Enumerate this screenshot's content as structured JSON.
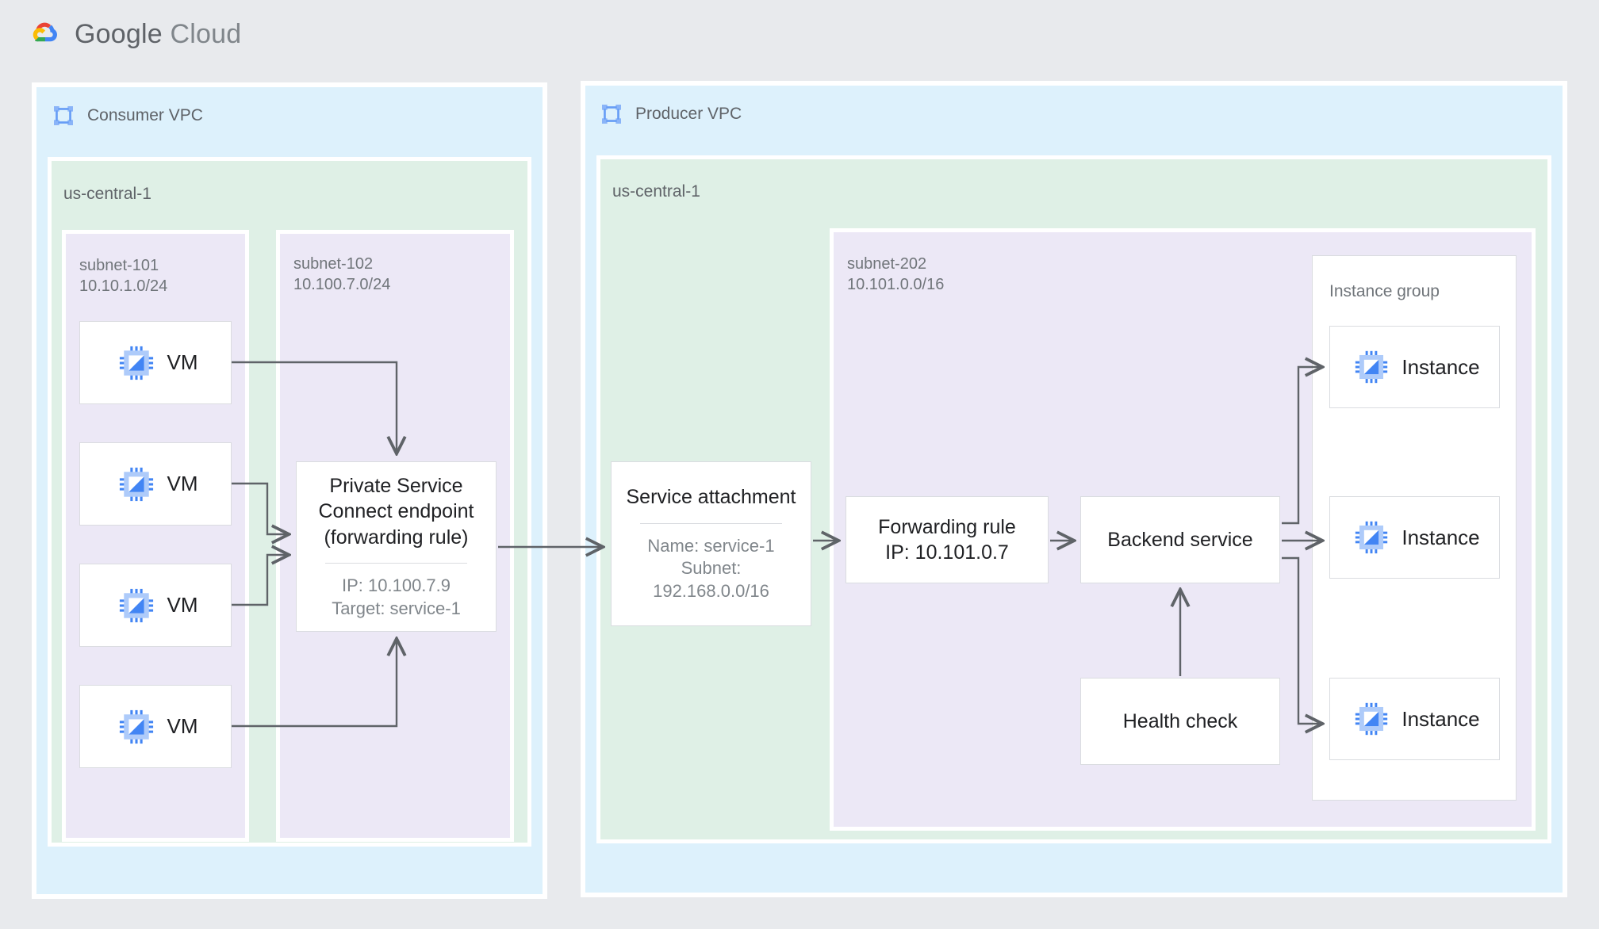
{
  "brand": {
    "logo_icon": "google-cloud-logo",
    "word1": "Google",
    "word2": "Cloud",
    "colors": {
      "red": "#EA4335",
      "yellow": "#FBBC04",
      "green": "#34A853",
      "blue": "#4285F4",
      "text": "#5F6368"
    }
  },
  "palette": {
    "page_bg": "#E8EAED",
    "vpc_bg": "#DDF1FC",
    "region_bg": "#DFF0E6",
    "subnet_bg": "#ECE8F6",
    "node_bg": "#FFFFFF",
    "node_border": "#DADCE0",
    "arrow": "#5F6368",
    "icon_blue": "#669DF6",
    "icon_blue_dark": "#4285F4"
  },
  "consumer_vpc": {
    "title": "Consumer VPC",
    "icon": "vpc-icon",
    "region": {
      "label": "us-central-1"
    },
    "subnets": [
      {
        "name": "subnet-101",
        "cidr": "10.10.1.0/24",
        "nodes": [
          {
            "label": "VM",
            "icon": "vm-chip-icon"
          },
          {
            "label": "VM",
            "icon": "vm-chip-icon"
          },
          {
            "label": "VM",
            "icon": "vm-chip-icon"
          },
          {
            "label": "VM",
            "icon": "vm-chip-icon"
          }
        ]
      },
      {
        "name": "subnet-102",
        "cidr": "10.100.7.0/24",
        "endpoint": {
          "title": "Private Service\nConnect endpoint\n(forwarding rule)",
          "details": "IP: 10.100.7.9\nTarget: service-1",
          "ip": "10.100.7.9",
          "target": "service-1"
        }
      }
    ]
  },
  "producer_vpc": {
    "title": "Producer VPC",
    "icon": "vpc-icon",
    "region": {
      "label": "us-central-1"
    },
    "service_attachment": {
      "title": "Service attachment",
      "details": "Name: service-1\nSubnet:\n192.168.0.0/16",
      "name": "service-1",
      "subnet": "192.168.0.0/16"
    },
    "subnet": {
      "name": "subnet-202",
      "cidr": "10.101.0.0/16"
    },
    "forwarding_rule": {
      "text": "Forwarding rule\nIP: 10.101.0.7",
      "ip": "10.101.0.7"
    },
    "backend_service": {
      "text": "Backend service"
    },
    "health_check": {
      "text": "Health check"
    },
    "instance_group": {
      "label": "Instance group",
      "instances": [
        {
          "label": "Instance",
          "icon": "vm-chip-icon"
        },
        {
          "label": "Instance",
          "icon": "vm-chip-icon"
        },
        {
          "label": "Instance",
          "icon": "vm-chip-icon"
        }
      ]
    }
  },
  "connections": [
    {
      "from": "vm-1",
      "to": "psc-endpoint-top"
    },
    {
      "from": "vm-2",
      "to": "psc-endpoint-left"
    },
    {
      "from": "vm-3",
      "to": "psc-endpoint-left"
    },
    {
      "from": "vm-4",
      "to": "psc-endpoint-bottom"
    },
    {
      "from": "psc-endpoint",
      "to": "service-attachment"
    },
    {
      "from": "service-attachment",
      "to": "forwarding-rule"
    },
    {
      "from": "forwarding-rule",
      "to": "backend-service"
    },
    {
      "from": "health-check",
      "to": "backend-service"
    },
    {
      "from": "backend-service",
      "to": "instance-1"
    },
    {
      "from": "backend-service",
      "to": "instance-2"
    },
    {
      "from": "backend-service",
      "to": "instance-3"
    }
  ]
}
